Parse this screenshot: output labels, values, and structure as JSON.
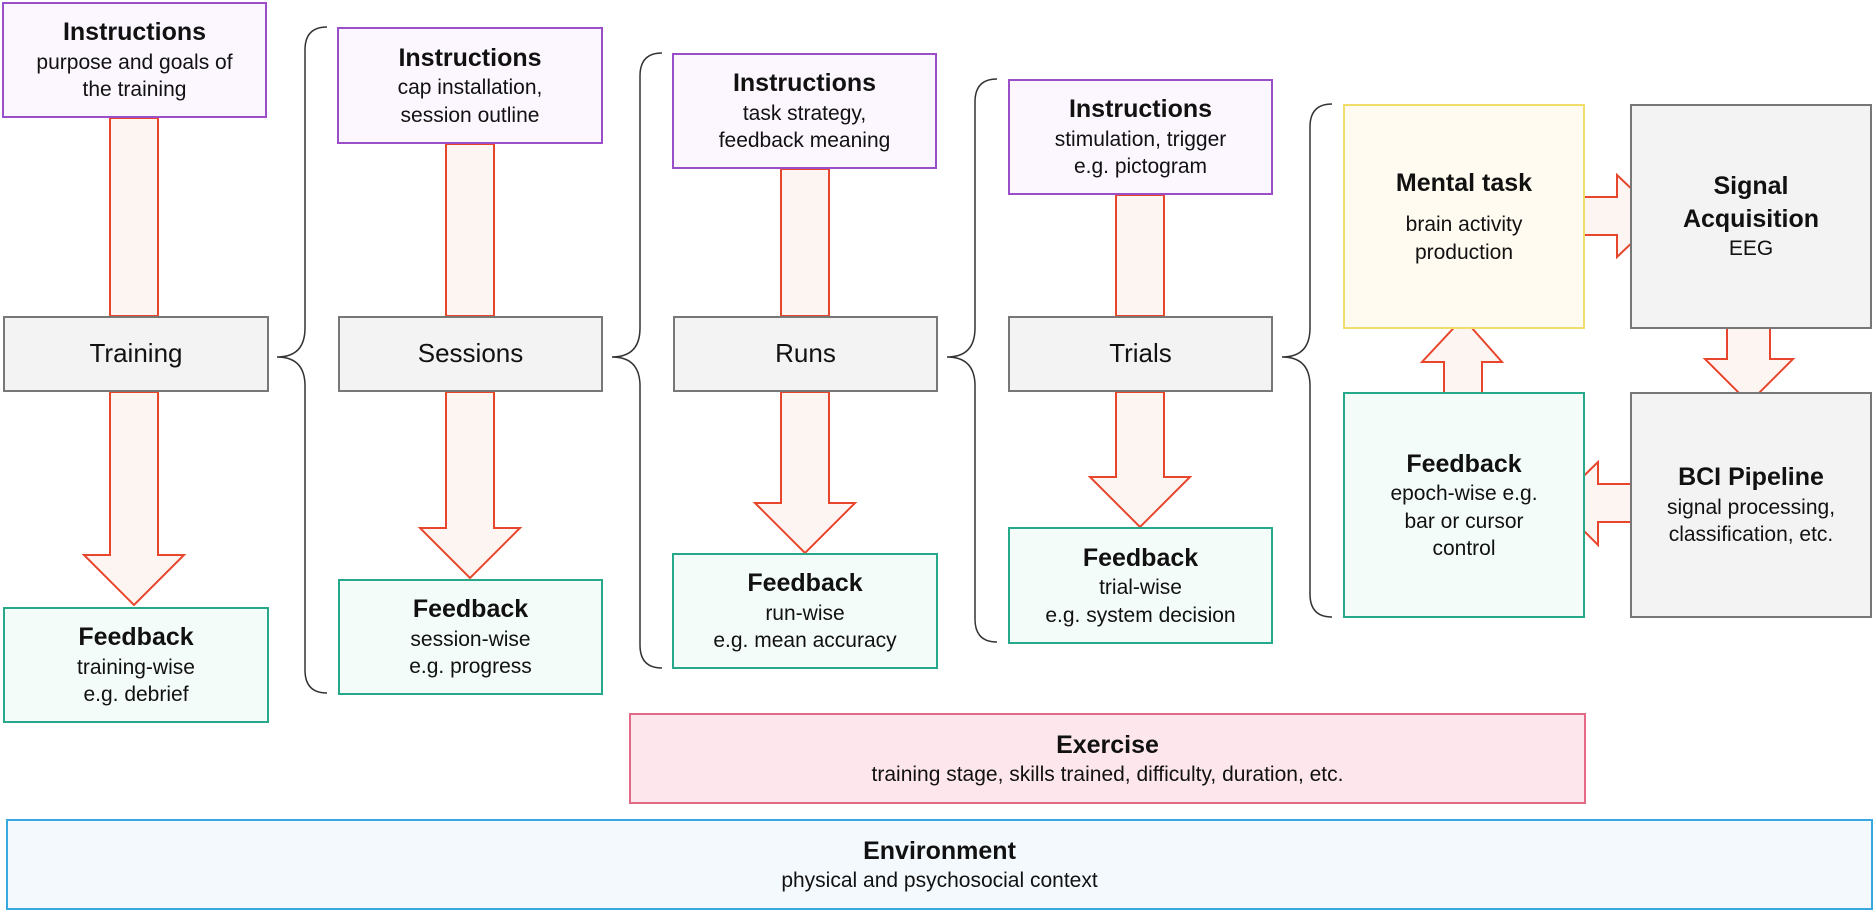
{
  "colors": {
    "instructions_border": "#9a4fc9",
    "feedback_border": "#26a98a",
    "stage_border": "#777777",
    "mental_border": "#f0dd6a",
    "exercise_border": "#e36a86",
    "environment_border": "#38a9e0",
    "arrow_stroke": "#e8462c",
    "arrow_fill": "#fdf5f2"
  },
  "training": {
    "instructions": {
      "title": "Instructions",
      "line1": "purpose and goals of",
      "line2": "the training"
    },
    "label": "Training",
    "feedback": {
      "title": "Feedback",
      "line1": "training-wise",
      "line2": "e.g. debrief"
    }
  },
  "sessions": {
    "instructions": {
      "title": "Instructions",
      "line1": "cap installation,",
      "line2": "session outline"
    },
    "label": "Sessions",
    "feedback": {
      "title": "Feedback",
      "line1": "session-wise",
      "line2": "e.g. progress"
    }
  },
  "runs": {
    "instructions": {
      "title": "Instructions",
      "line1": "task strategy,",
      "line2": "feedback meaning"
    },
    "label": "Runs",
    "feedback": {
      "title": "Feedback",
      "line1": "run-wise",
      "line2": "e.g. mean accuracy"
    }
  },
  "trials": {
    "instructions": {
      "title": "Instructions",
      "line1": "stimulation, trigger",
      "line2": "e.g. pictogram"
    },
    "label": "Trials",
    "feedback": {
      "title": "Feedback",
      "line1": "trial-wise",
      "line2": "e.g. system decision"
    }
  },
  "loop": {
    "mental_task": {
      "title": "Mental task",
      "line1": "brain activity",
      "line2": "production"
    },
    "signal_acquisition": {
      "title1": "Signal",
      "title2": "Acquisition",
      "line1": "EEG"
    },
    "bci_pipeline": {
      "title": "BCI Pipeline",
      "line1": "signal processing,",
      "line2": "classification, etc."
    },
    "feedback": {
      "title": "Feedback",
      "line1": "epoch-wise e.g.",
      "line2": "bar or cursor",
      "line3": "control"
    }
  },
  "exercise": {
    "title": "Exercise",
    "line1": "training stage, skills trained, difficulty, duration, etc."
  },
  "environment": {
    "title": "Environment",
    "line1": "physical and psychosocial context"
  }
}
